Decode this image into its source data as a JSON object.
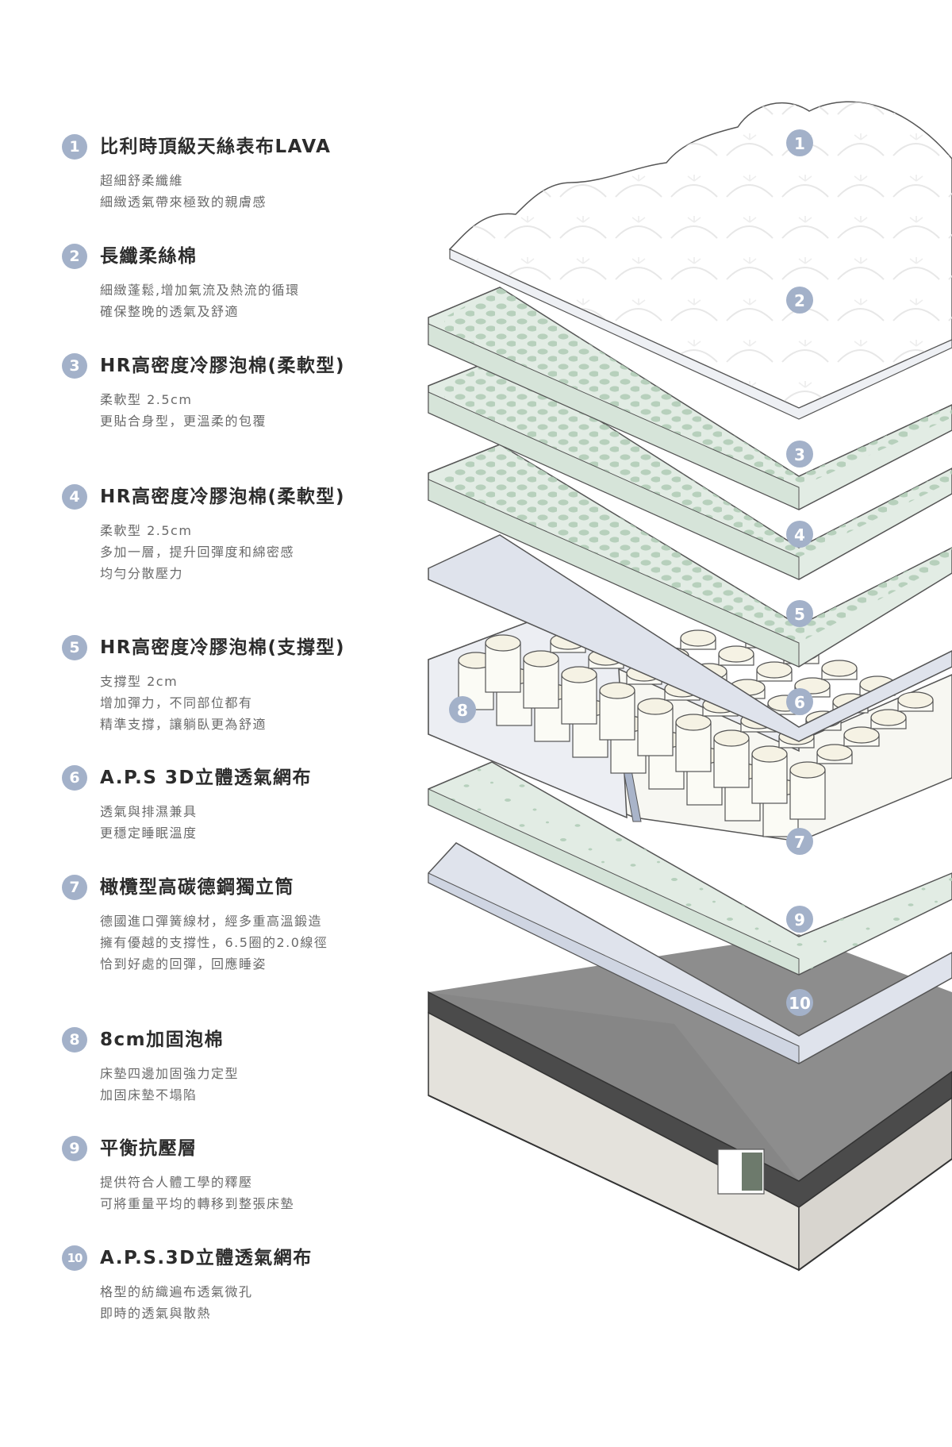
{
  "layers": [
    {
      "num": "1",
      "title": "比利時頂級天絲表布LAVA",
      "desc": [
        "超細舒柔纖維",
        "細緻透氣帶來極致的親膚感"
      ]
    },
    {
      "num": "2",
      "title": "長纖柔絲棉",
      "desc": [
        "細緻蓬鬆,增加氣流及熱流的循環",
        "確保整晚的透氣及舒適"
      ]
    },
    {
      "num": "3",
      "title": "HR高密度冷膠泡棉(柔軟型)",
      "desc": [
        "柔軟型 2.5cm",
        "更貼合身型，更溫柔的包覆"
      ]
    },
    {
      "num": "4",
      "title": "HR高密度冷膠泡棉(柔軟型)",
      "desc": [
        "柔軟型 2.5cm",
        "多加一層，提升回彈度和綿密感",
        "均勻分散壓力"
      ]
    },
    {
      "num": "5",
      "title": "HR高密度冷膠泡棉(支撐型)",
      "desc": [
        "支撐型 2cm",
        "增加彈力，不同部位都有",
        "精準支撐，讓躺臥更為舒適"
      ]
    },
    {
      "num": "6",
      "title": "A.P.S 3D立體透氣網布",
      "desc": [
        "透氣與排濕兼具",
        "更穩定睡眠溫度"
      ]
    },
    {
      "num": "7",
      "title": "橄欖型高碳德鋼獨立筒",
      "desc": [
        "德國進口彈簧線材，經多重高溫鍛造",
        "擁有優越的支撐性，6.5圈的2.0線徑",
        "恰到好處的回彈，回應睡姿"
      ]
    },
    {
      "num": "8",
      "title": "8cm加固泡棉",
      "desc": [
        "床墊四邊加固強力定型",
        "加固床墊不塌陷"
      ]
    },
    {
      "num": "9",
      "title": "平衡抗壓層",
      "desc": [
        "提供符合人體工學的釋壓",
        "可將重量平均的轉移到整張床墊"
      ]
    },
    {
      "num": "10",
      "title": "A.P.S.3D立體透氣網布",
      "desc": [
        "格型的紡織遍布透氣微孔",
        "即時的透氣與散熱"
      ]
    }
  ],
  "diagram_labels": [
    "1",
    "2",
    "3",
    "4",
    "5",
    "6",
    "7",
    "8",
    "9",
    "10"
  ],
  "colors": {
    "badge": "#a3b1c9",
    "foam": "#e2ece4",
    "foam_dot": "#b2cdb8",
    "mesh": "#dfe3ec",
    "base_top": "#4b4b4b",
    "base_side": "#e4e2dc"
  }
}
